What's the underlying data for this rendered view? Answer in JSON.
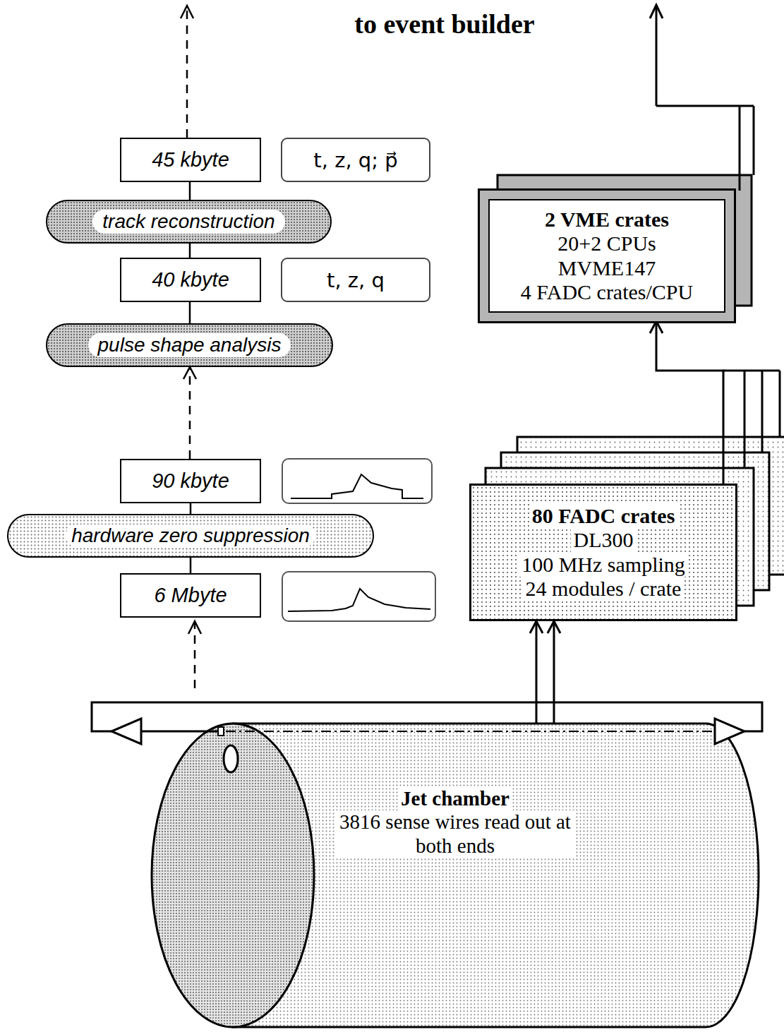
{
  "diagram": {
    "title": "to event builder",
    "nodes": [
      {
        "text": [
          "45 kbyte"
        ]
      },
      {
        "text": [
          "t, z, q; p⃗"
        ]
      },
      {
        "text": [
          "2 VME crates",
          "20+2 CPUs",
          "MVME147",
          "4 FADC crates/CPU"
        ]
      },
      {
        "text": [
          "track reconstruction"
        ]
      },
      {
        "text": [
          "40 kbyte"
        ]
      },
      {
        "text": [
          "t, z, q"
        ]
      },
      {
        "text": [
          "pulse shape analysis"
        ]
      },
      {
        "text": [
          "90 kbyte"
        ]
      },
      {
        "text": [
          "hardware zero suppression"
        ]
      },
      {
        "text": [
          "80 FADC crates",
          "DL300",
          "100 MHz sampling",
          "24 modules / crate"
        ]
      },
      {
        "text": [
          "6 Mbyte"
        ]
      },
      {
        "text": [
          "Jet chamber",
          "3816 sense wires read out at both ends"
        ]
      }
    ],
    "edges": [
      {
        "from": 10,
        "to": 8,
        "arrow": "none"
      },
      {
        "from": 8,
        "to": 7,
        "arrow": "none"
      },
      {
        "from": 7,
        "to": 6,
        "arrow": "to"
      },
      {
        "from": 6,
        "to": 4,
        "arrow": "none"
      },
      {
        "from": 4,
        "to": 3,
        "arrow": "none"
      },
      {
        "from": 3,
        "to": 0,
        "arrow": "none"
      },
      {
        "from": 11,
        "to": 9,
        "arrow": "to"
      },
      {
        "from": 9,
        "to": 2,
        "arrow": "to"
      }
    ]
  }
}
